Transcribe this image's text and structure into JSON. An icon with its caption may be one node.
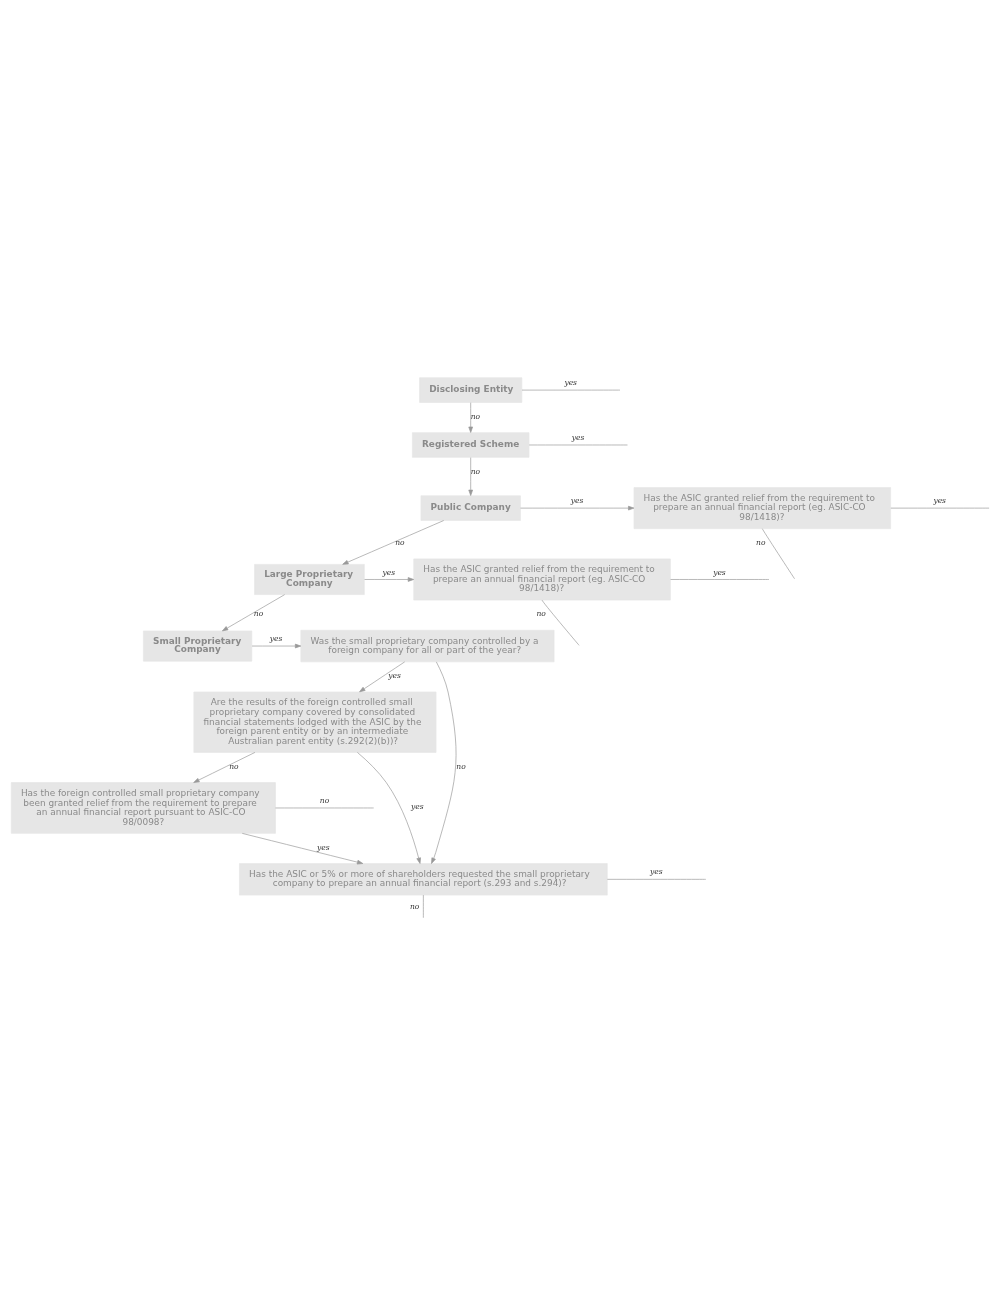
{
  "diagram": {
    "nodes": [
      {
        "text": [
          "Disclosing Entity"
        ]
      },
      {
        "text": [
          "Registered Scheme"
        ]
      },
      {
        "text": [
          "Public Company"
        ]
      },
      {
        "text": [
          "Has the ASIC granted relief from the requirement to prepare an annual financial report (eg. ASIC-CO 98/1418)?"
        ]
      },
      {
        "text": [
          "Large Proprietary Company"
        ]
      },
      {
        "text": [
          "Has the ASIC granted relief from the requirement to prepare an annual financial report (eg. ASIC-CO 98/1418)?"
        ]
      },
      {
        "text": [
          "Small Proprietary Company"
        ]
      },
      {
        "text": [
          "Was the small proprietary company controlled by a foreign company for all or part of the year?"
        ]
      },
      {
        "text": [
          "Are the results of the foreign controlled small proprietary company covered by consolidated financial statements lodged with the ASIC by the foreign parent entity or by an intermediate Australian parent entity (s.292(2)(b))?"
        ]
      },
      {
        "text": [
          "Has the foreign controlled small proprietary company been granted relief from the requirement to prepare an annual financial report pursuant to ASIC-CO 98/0098?"
        ]
      },
      {
        "text": [
          "Has the ASIC or 5% or more of shareholders requested the small proprietary company to prepare an annual financial report (s.293 and s.294)?"
        ]
      }
    ],
    "edges": [
      {
        "from": 0,
        "to": null,
        "arrow": "none",
        "label": "yes"
      },
      {
        "from": 0,
        "to": 1,
        "arrow": "to",
        "label": "no"
      },
      {
        "from": 1,
        "to": null,
        "arrow": "none",
        "label": "yes"
      },
      {
        "from": 1,
        "to": 2,
        "arrow": "to",
        "label": "no"
      },
      {
        "from": 2,
        "to": 3,
        "arrow": "to",
        "label": "yes"
      },
      {
        "from": 2,
        "to": 4,
        "arrow": "to",
        "label": "no"
      },
      {
        "from": 3,
        "to": null,
        "arrow": "none",
        "label": "yes"
      },
      {
        "from": 3,
        "to": null,
        "arrow": "none",
        "label": "no"
      },
      {
        "from": 4,
        "to": 5,
        "arrow": "to",
        "label": "yes"
      },
      {
        "from": 4,
        "to": 6,
        "arrow": "to",
        "label": "no"
      },
      {
        "from": 5,
        "to": null,
        "arrow": "none",
        "label": "yes"
      },
      {
        "from": 5,
        "to": null,
        "arrow": "none",
        "label": "no"
      },
      {
        "from": 6,
        "to": 7,
        "arrow": "to",
        "label": "yes"
      },
      {
        "from": 7,
        "to": 10,
        "arrow": "to",
        "label": "no"
      },
      {
        "from": 7,
        "to": 8,
        "arrow": "to",
        "label": "yes"
      },
      {
        "from": 8,
        "to": 10,
        "arrow": "to",
        "label": "yes"
      },
      {
        "from": 8,
        "to": 9,
        "arrow": "to",
        "label": "no"
      },
      {
        "from": 9,
        "to": 10,
        "arrow": "to",
        "label": "yes"
      },
      {
        "from": 9,
        "to": null,
        "arrow": "none",
        "label": "no"
      },
      {
        "from": 10,
        "to": null,
        "arrow": "none",
        "label": "yes"
      },
      {
        "from": 10,
        "to": null,
        "arrow": "none",
        "label": "no"
      }
    ]
  }
}
